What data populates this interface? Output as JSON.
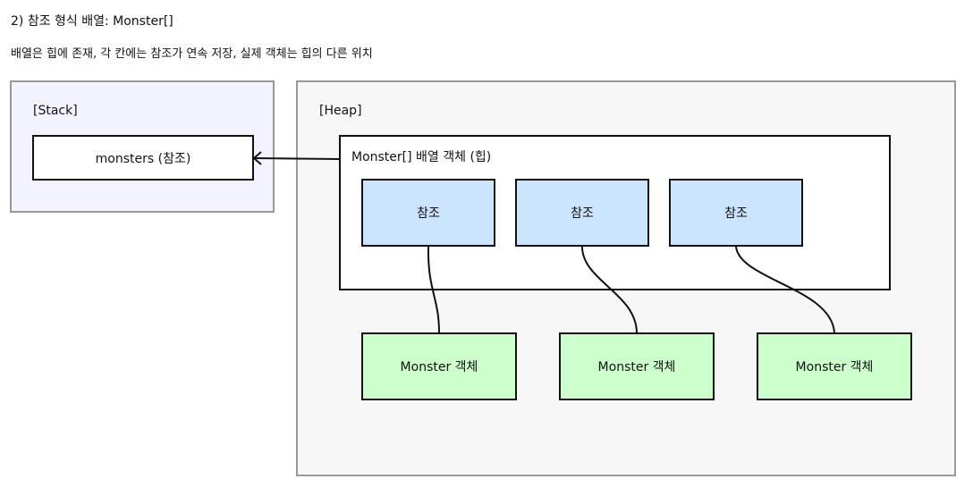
{
  "title": "2) 참조 형식 배열: Monster[]",
  "subtitle": "배열은 힙에 존재, 각 칸에는 참조가 연속 저장, 실제 객체는 힙의 다른 위치",
  "stack": {
    "label": "[Stack]",
    "variable": "monsters (참조)",
    "color": "#f3f3ff"
  },
  "heap": {
    "label": "[Heap]",
    "color": "#f7f7f7",
    "array": {
      "label": "Monster[] 배열 객체 (힙)",
      "cells": [
        {
          "label": "참조"
        },
        {
          "label": "참조"
        },
        {
          "label": "참조"
        }
      ],
      "cell_color": "#cce5ff"
    },
    "objects": [
      {
        "label": "Monster 객체"
      },
      {
        "label": "Monster 객체"
      },
      {
        "label": "Monster 객체"
      }
    ],
    "object_color": "#ccffcc"
  },
  "edges": [
    {
      "from": "array-object",
      "to": "monsters-ref",
      "arrow": "to"
    },
    {
      "from": "ref-cell-1",
      "to": "monster-object-1"
    },
    {
      "from": "ref-cell-2",
      "to": "monster-object-2"
    },
    {
      "from": "ref-cell-3",
      "to": "monster-object-3"
    }
  ]
}
